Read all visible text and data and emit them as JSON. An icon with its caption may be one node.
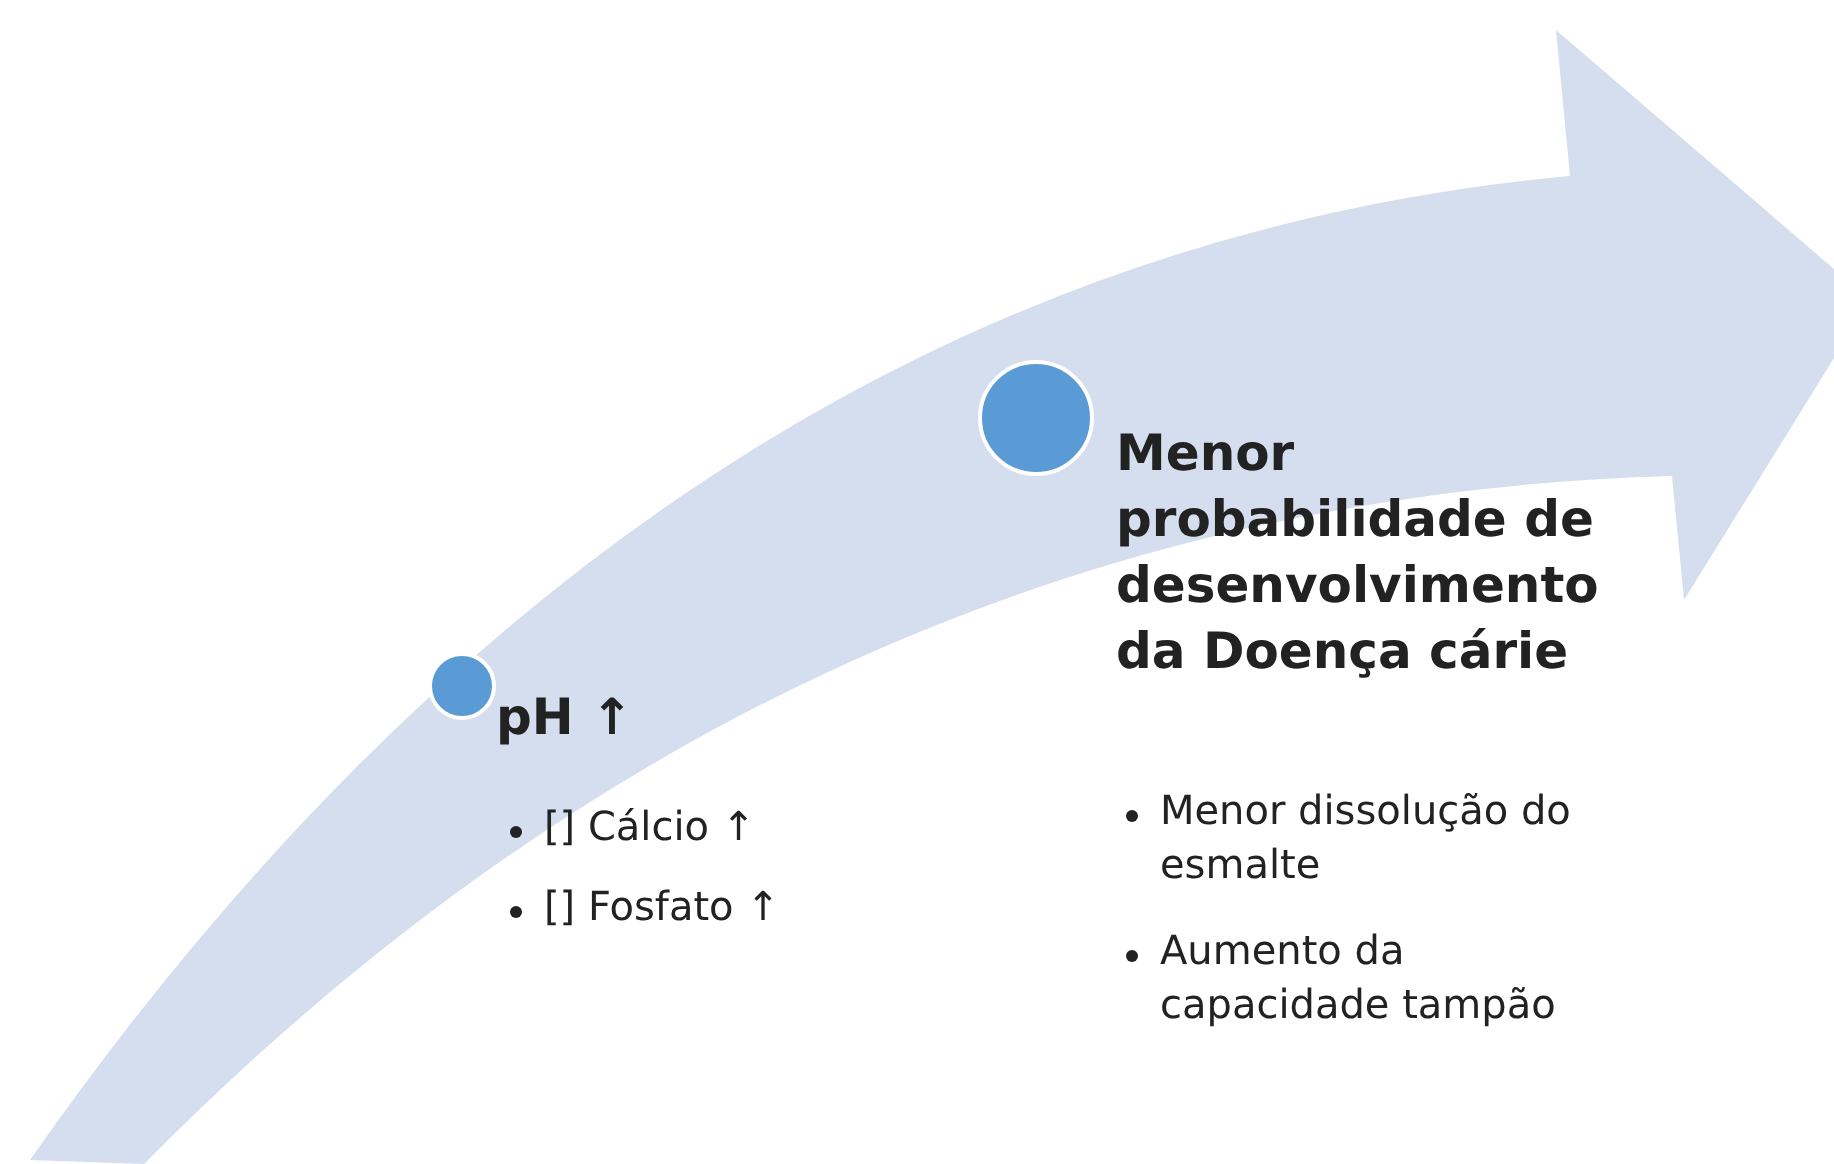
{
  "diagram": {
    "nodes": [
      {
        "text": [],
        "shape": "arrow"
      },
      {
        "text": [],
        "shape": "circle",
        "in": 0,
        "beside": [
          "pH ↑",
          "[] Cálcio ↑",
          "[] Fosfato ↑"
        ]
      },
      {
        "text": [],
        "shape": "circle",
        "in": 0,
        "beside": [
          "Menor probabilidade de desenvolvimento da Doença cárie",
          "Menor dissolução do esmalte",
          "Aumento da capacidade tampão"
        ]
      }
    ],
    "edges": []
  }
}
